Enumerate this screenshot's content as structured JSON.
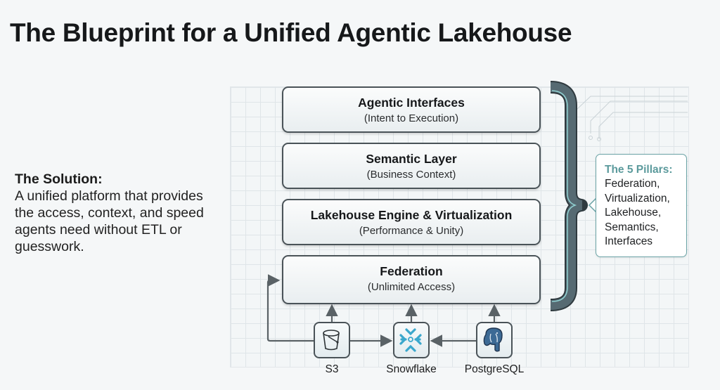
{
  "title": "The Blueprint for a Unified Agentic Lakehouse",
  "solution": {
    "heading": "The Solution:",
    "body": "A unified platform that provides the access, context, and speed agents need without ETL or guesswork."
  },
  "layers": [
    {
      "name": "Agentic Interfaces",
      "subtitle": "(Intent to Execution)"
    },
    {
      "name": "Semantic Layer",
      "subtitle": "(Business Context)"
    },
    {
      "name": "Lakehouse Engine & Virtualization",
      "subtitle": "(Performance & Unity)"
    },
    {
      "name": "Federation",
      "subtitle": "(Unlimited Access)"
    }
  ],
  "callout": {
    "heading": "The 5 Pillars:",
    "items": [
      "Federation,",
      "Virtualization,",
      "Lakehouse,",
      "Semantics,",
      "Interfaces"
    ]
  },
  "sources": [
    {
      "label": "S3",
      "icon": "bucket-icon"
    },
    {
      "label": "Snowflake",
      "icon": "snowflake-icon"
    },
    {
      "label": "PostgreSQL",
      "icon": "elephant-icon"
    }
  ],
  "colors": {
    "bracket": "#4e5f66",
    "accent": "#5b9a9c",
    "snowflake": "#3aa7cc",
    "postgres": "#3c6a95"
  }
}
